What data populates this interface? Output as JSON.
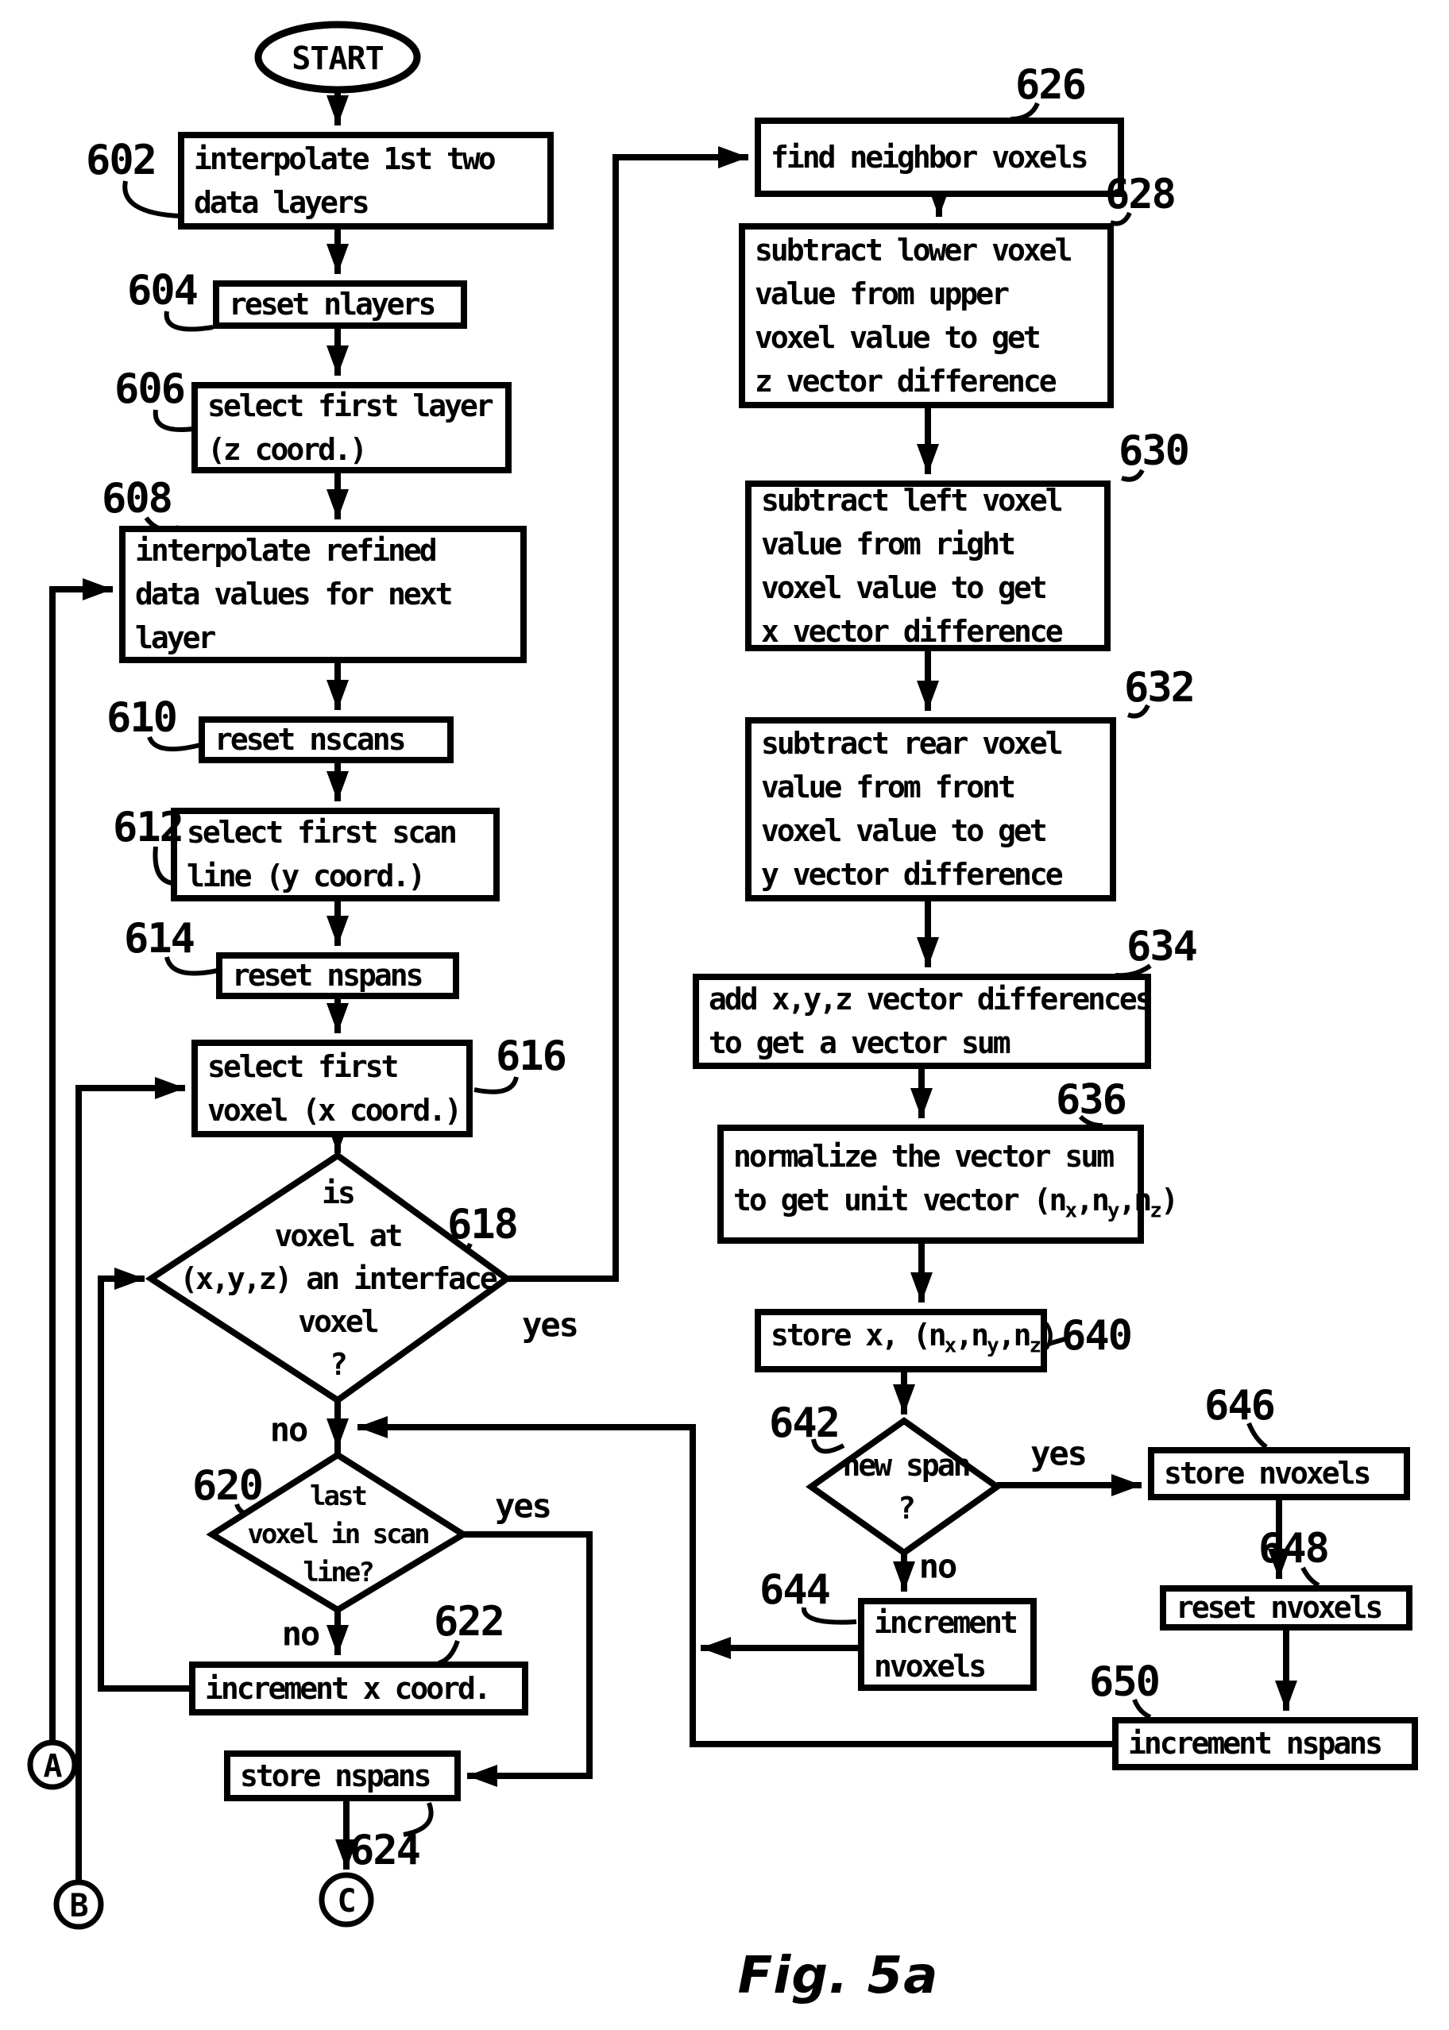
{
  "figure": {
    "caption": "Fig. 5a"
  },
  "terminals": {
    "start": "START",
    "a": "A",
    "b": "B",
    "c": "C"
  },
  "labels": {
    "yes": "yes",
    "no": "no"
  },
  "nodes": {
    "602": {
      "ref": "602",
      "l": [
        "interpolate 1st two",
        "data layers"
      ]
    },
    "604": {
      "ref": "604",
      "l": [
        "reset nlayers"
      ]
    },
    "606": {
      "ref": "606",
      "l": [
        "select first layer",
        "(z coord.)"
      ]
    },
    "608": {
      "ref": "608",
      "l": [
        "interpolate refined",
        "data values for next",
        "layer"
      ]
    },
    "610": {
      "ref": "610",
      "l": [
        "reset nscans"
      ]
    },
    "612": {
      "ref": "612",
      "l": [
        "select first scan",
        "line (y coord.)"
      ]
    },
    "614": {
      "ref": "614",
      "l": [
        "reset nspans"
      ]
    },
    "616": {
      "ref": "616",
      "l": [
        "select first",
        "voxel (x coord.)"
      ]
    },
    "618": {
      "ref": "618",
      "l": [
        "is",
        "voxel at",
        "(x,y,z) an interface",
        "voxel",
        "?"
      ]
    },
    "620": {
      "ref": "620",
      "l": [
        "last",
        "voxel in scan",
        "line?"
      ]
    },
    "622": {
      "ref": "622",
      "l": [
        "increment x coord."
      ]
    },
    "624": {
      "ref": "624",
      "l": [
        "store nspans"
      ]
    },
    "626": {
      "ref": "626",
      "l": [
        "find neighbor voxels"
      ]
    },
    "628": {
      "ref": "628",
      "l": [
        "subtract lower voxel",
        "value from upper",
        "voxel value to get",
        "z vector difference"
      ]
    },
    "630": {
      "ref": "630",
      "l": [
        "subtract left voxel",
        "value from right",
        "voxel value to get",
        "x vector difference"
      ]
    },
    "632": {
      "ref": "632",
      "l": [
        "subtract rear voxel",
        "value from front",
        "voxel value to get",
        "y vector difference"
      ]
    },
    "634": {
      "ref": "634",
      "l": [
        "add x,y,z vector differences",
        "to get a vector sum"
      ]
    },
    "636": {
      "ref": "636",
      "l1": "normalize the vector sum",
      "l2a": "to get unit vector (n",
      "subx": "x",
      "l2b": ",n",
      "suby": "y",
      "l2c": ",n",
      "subz": "z",
      "l2d": ")"
    },
    "640": {
      "ref": "640",
      "l1a": "store x, (n",
      "subx": "x",
      "l1b": ",n",
      "suby": "y",
      "l1c": ",n",
      "subz": "z",
      "l1d": ")"
    },
    "642": {
      "ref": "642",
      "l": [
        "new span",
        "?"
      ]
    },
    "644": {
      "ref": "644",
      "l": [
        "increment",
        "nvoxels"
      ]
    },
    "646": {
      "ref": "646",
      "l": [
        "store nvoxels"
      ]
    },
    "648": {
      "ref": "648",
      "l": [
        "reset nvoxels"
      ]
    },
    "650": {
      "ref": "650",
      "l": [
        "increment nspans"
      ]
    }
  }
}
